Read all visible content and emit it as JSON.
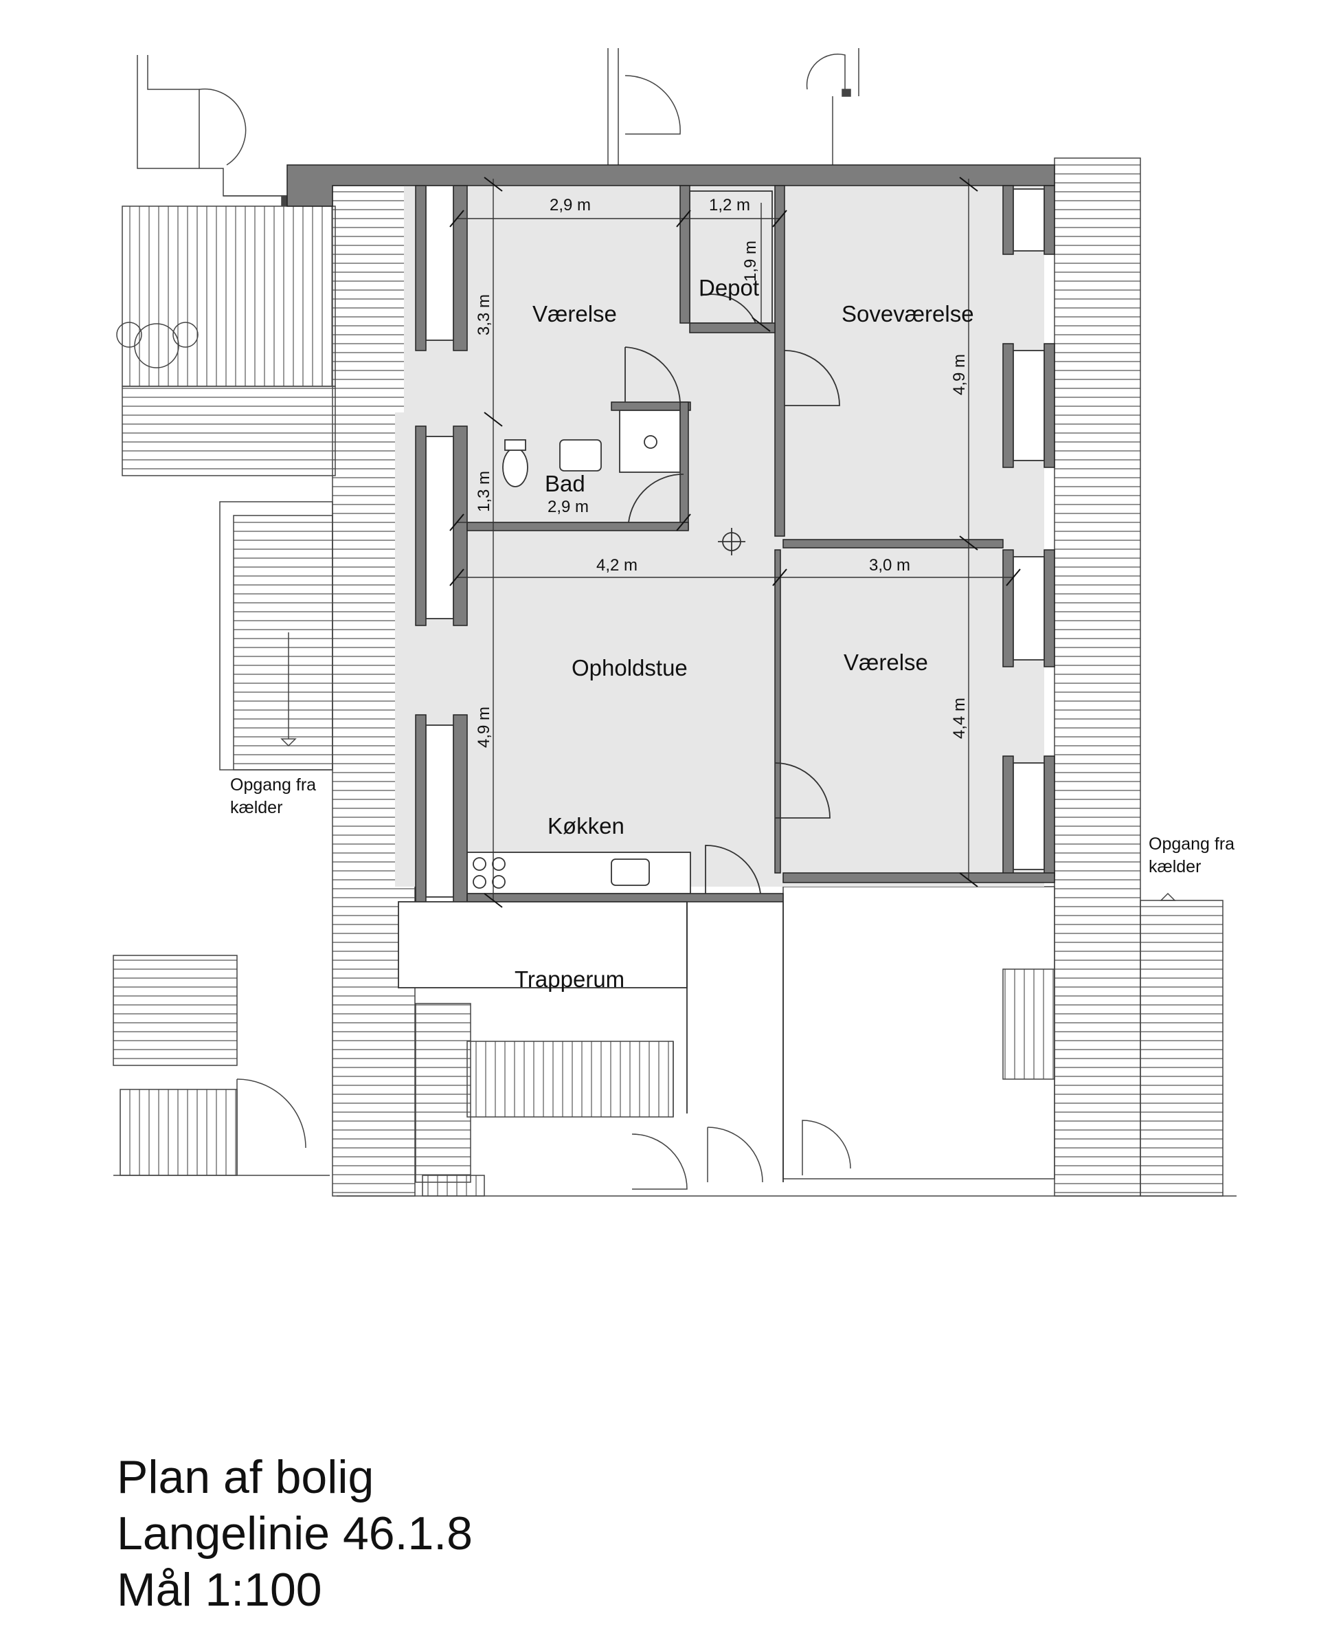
{
  "rooms": {
    "vaerelse_top": "Værelse",
    "depot": "Depot",
    "sovevaerelse": "Soveværelse",
    "bad": "Bad",
    "opholdstue": "Opholdstue",
    "vaerelse_right": "Værelse",
    "kokken": "Køkken",
    "trapperum": "Trapperum"
  },
  "dimensions": {
    "vaerelse_width": "2,9 m",
    "depot_width": "1,2 m",
    "depot_depth": "1,9 m",
    "vaerelse_depth": "3,3 m",
    "sove_depth": "4,9 m",
    "bad_depth": "1,3 m",
    "bad_width": "2,9 m",
    "opholdstue_width": "4,2 m",
    "vaerelse2_width": "3,0 m",
    "opholdstue_depth": "4,9 m",
    "vaerelse2_depth": "4,4 m"
  },
  "notes": {
    "opgang_left_1": "Opgang fra",
    "opgang_left_2": "kælder",
    "opgang_right_1": "Opgang fra",
    "opgang_right_2": "kælder"
  },
  "title": {
    "line1": "Plan af bolig",
    "line2": "Langelinie 46.1.8",
    "line3": "Mål 1:100"
  }
}
